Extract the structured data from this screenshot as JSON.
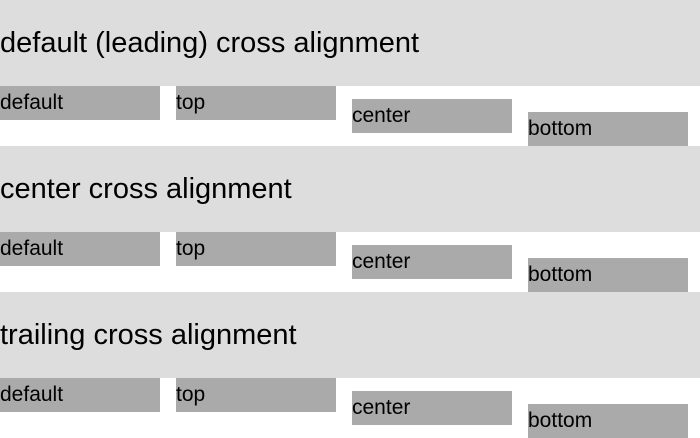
{
  "sections": [
    {
      "title": "default (leading) cross alignment",
      "items": [
        "default",
        "top",
        "center",
        "bottom"
      ]
    },
    {
      "title": "center cross alignment",
      "items": [
        "default",
        "top",
        "center",
        "bottom"
      ]
    },
    {
      "title": "trailing cross alignment",
      "items": [
        "default",
        "top",
        "center",
        "bottom"
      ]
    }
  ],
  "colors": {
    "header_bg": "#dddddd",
    "item_bg": "#aaaaaa",
    "page_bg": "#ffffff",
    "text": "#000000"
  }
}
